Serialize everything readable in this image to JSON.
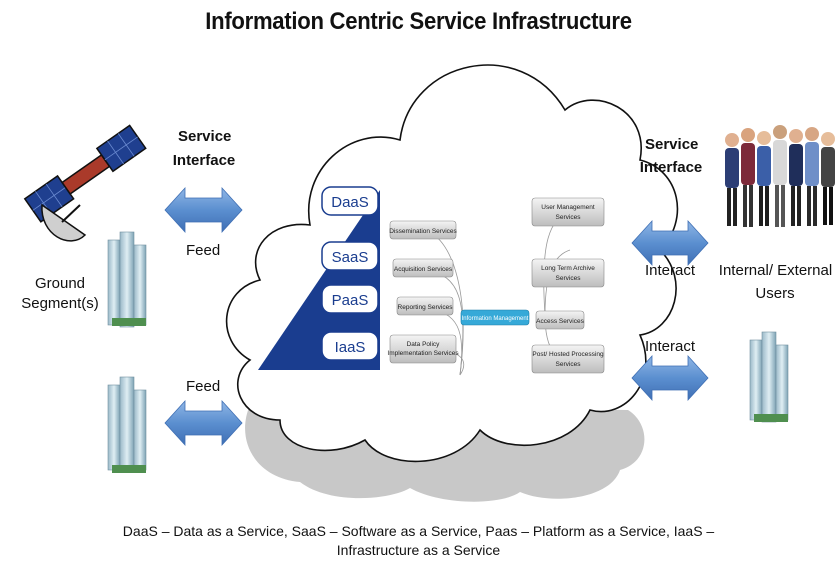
{
  "title": "Information Centric Service Infrastructure",
  "left": {
    "service_interface_line1": "Service",
    "service_interface_line2": "Interface",
    "feed_top": "Feed",
    "feed_bottom": "Feed",
    "ground_line1": "Ground",
    "ground_line2": "Segment(s)"
  },
  "right": {
    "service_interface_line1": "Service",
    "service_interface_line2": "Interface",
    "interact_top": "Interact",
    "interact_bottom": "Interact",
    "users_line1": "Internal/ External",
    "users_line2": "Users"
  },
  "layers": [
    "DaaS",
    "SaaS",
    "PaaS",
    "IaaS"
  ],
  "center_node": "Information Management",
  "left_services": [
    "Dissemination Services",
    "Acquisition Services",
    "Reporting Services",
    "Data Policy",
    "Implementation Services"
  ],
  "right_services": [
    "User Management",
    "Services",
    "Long Term Archive",
    "Services",
    "Access Services",
    "Post/ Hosted Processing",
    "Services"
  ],
  "caption_line1": "DaaS – Data as a Service, SaaS – Software as a Service, Paas – Platform as a Service, IaaS –",
  "caption_line2": "Infrastructure as a Service",
  "colors": {
    "arrow": "#5b8fd0",
    "pyramid": "#1a3d8f",
    "layer_text": "#1a3d8f",
    "center_node": "#36a9d8",
    "cloud_shadow": "#c8c8c8"
  }
}
